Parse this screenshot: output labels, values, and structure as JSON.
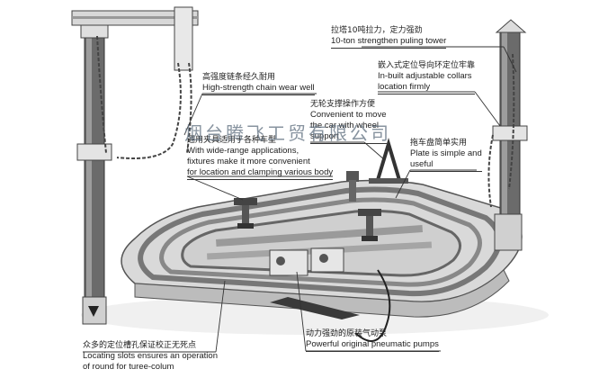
{
  "watermark": {
    "company": "烟台腾飞工贸有限公司"
  },
  "callouts": {
    "tower": {
      "zh": "拉塔10吨拉力，定力强劲",
      "en": "10-ton strengthen puling tower"
    },
    "collars": {
      "zh": "嵌入式定位导向环定位牢靠",
      "en1": "In-built adjustable collars",
      "en2": "location firmly"
    },
    "chain": {
      "zh": "高强度链条经久耐用",
      "en": "High-strength chain wear well"
    },
    "move": {
      "zh": "无轮支撑操作方便",
      "en1": "Convenient to move",
      "en2": "the car with wheel",
      "en3": "support"
    },
    "plate": {
      "zh": "拖车盘简单实用",
      "en1": "Plate is simple and",
      "en2": "useful"
    },
    "fixtures": {
      "zh": "通用夹具适用于各种车型",
      "en1": "With wide-range applications,",
      "en2": "fixtures make it more convenient",
      "en3": "for location and clamping various body"
    },
    "pumps": {
      "zh": "动力强劲的原装气动泵",
      "en": "Powerful original pneumatic pumps"
    },
    "slots": {
      "zh": "众多的定位槽孔保证校正无死点",
      "en1": "Locating slots ensures an operation",
      "en2": "of round for turee-colum"
    }
  },
  "colors": {
    "ink": "#222222",
    "line": "#333333",
    "metal_dark": "#5a5a5a",
    "metal_light": "#bdbdbd",
    "chrome": "#e8e8e8"
  }
}
